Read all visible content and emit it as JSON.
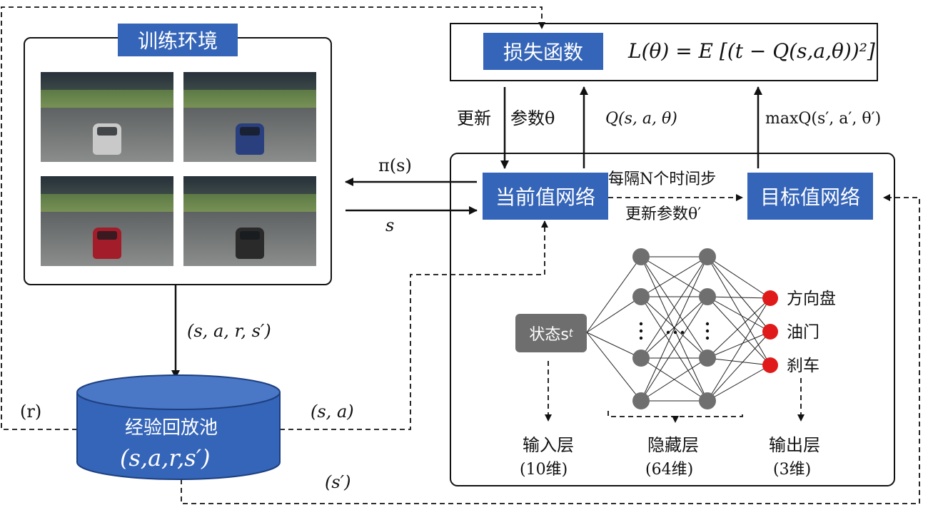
{
  "training_env": {
    "title": "训练环境",
    "scenes": [
      {
        "car_color": "#c9c9c9"
      },
      {
        "car_color": "#2a3f7e"
      },
      {
        "car_color": "#a31c2a"
      },
      {
        "car_color": "#2a2a2a"
      }
    ]
  },
  "loss": {
    "title": "损失函数",
    "formula": "L(θ) = E [(t − Q(s,a,θ))²]"
  },
  "current_net": {
    "label": "当前值网络"
  },
  "target_net": {
    "label": "目标值网络"
  },
  "replay": {
    "name": "经验回放池",
    "tuple": "(s,a,r,s′)"
  },
  "edges": {
    "update": "更新",
    "params_theta": "参数θ",
    "q_value": "Q(s, a, θ)",
    "max_q": "maxQ(s′, a′, θ′)",
    "policy": "π(s)",
    "state": "s",
    "every_n": "每隔N个时间步",
    "update_theta_prime": "更新参数θ′",
    "transition": "(s, a, r, s′)",
    "reward": "(r)",
    "sa": "(s, a)",
    "s_prime": "(s′)"
  },
  "network": {
    "state_box": "状态s",
    "state_sub": "t",
    "outputs": [
      "方向盘",
      "油门",
      "刹车"
    ],
    "input_layer": {
      "name": "输入层",
      "dim": "(10维)"
    },
    "hidden_layer": {
      "name": "隐藏层",
      "dim": "(64维)"
    },
    "output_layer": {
      "name": "输出层",
      "dim": "(3维)"
    }
  },
  "colors": {
    "box_blue": "#3565b8",
    "node_gray": "#6f6f6f",
    "output_red": "#e01a1a",
    "state_gray": "#6e6e6e"
  }
}
